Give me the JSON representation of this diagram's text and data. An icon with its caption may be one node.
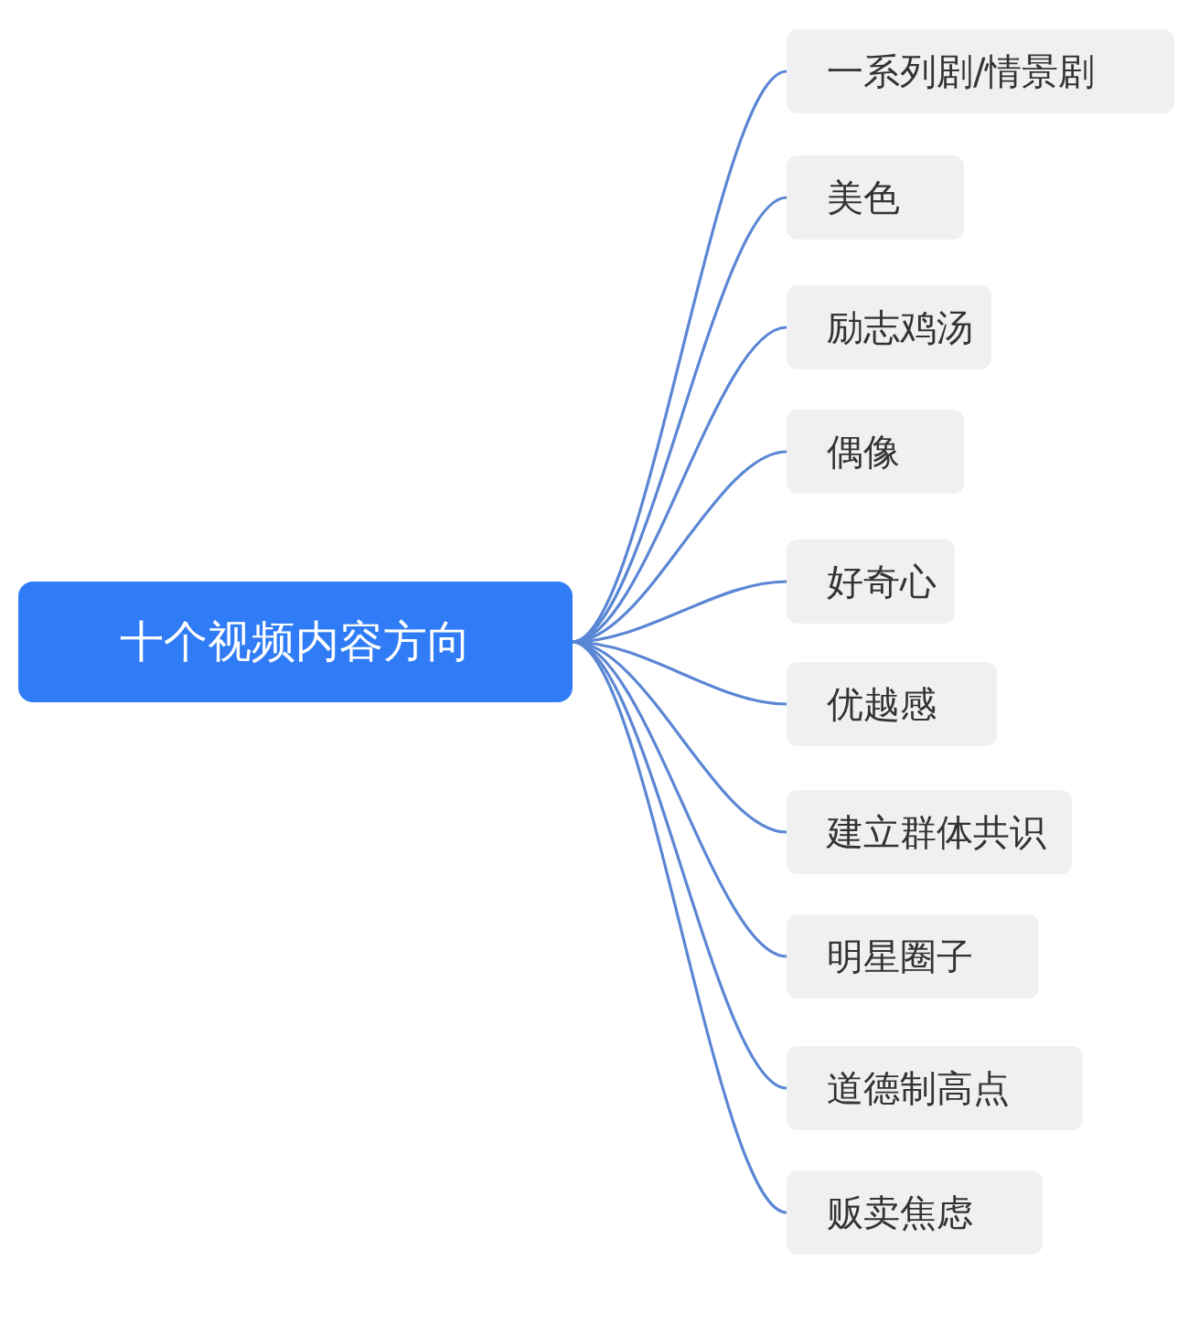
{
  "diagram": {
    "nodes": [
      {
        "text": [
          "十个视频内容方向"
        ]
      },
      {
        "text": [
          "一系列剧/情景剧"
        ]
      },
      {
        "text": [
          "美色"
        ]
      },
      {
        "text": [
          "励志鸡汤"
        ]
      },
      {
        "text": [
          "偶像"
        ]
      },
      {
        "text": [
          "好奇心"
        ]
      },
      {
        "text": [
          "优越感"
        ]
      },
      {
        "text": [
          "建立群体共识"
        ]
      },
      {
        "text": [
          "明星圈子"
        ]
      },
      {
        "text": [
          "道德制高点"
        ]
      },
      {
        "text": [
          "贩卖焦虑"
        ]
      }
    ],
    "edges": [
      {
        "from": 0,
        "to": 1,
        "arrow": "none"
      },
      {
        "from": 0,
        "to": 2,
        "arrow": "none"
      },
      {
        "from": 0,
        "to": 3,
        "arrow": "none"
      },
      {
        "from": 0,
        "to": 4,
        "arrow": "none"
      },
      {
        "from": 0,
        "to": 5,
        "arrow": "none"
      },
      {
        "from": 0,
        "to": 6,
        "arrow": "none"
      },
      {
        "from": 0,
        "to": 7,
        "arrow": "none"
      },
      {
        "from": 0,
        "to": 8,
        "arrow": "none"
      },
      {
        "from": 0,
        "to": 9,
        "arrow": "none"
      },
      {
        "from": 0,
        "to": 10,
        "arrow": "none"
      }
    ]
  }
}
